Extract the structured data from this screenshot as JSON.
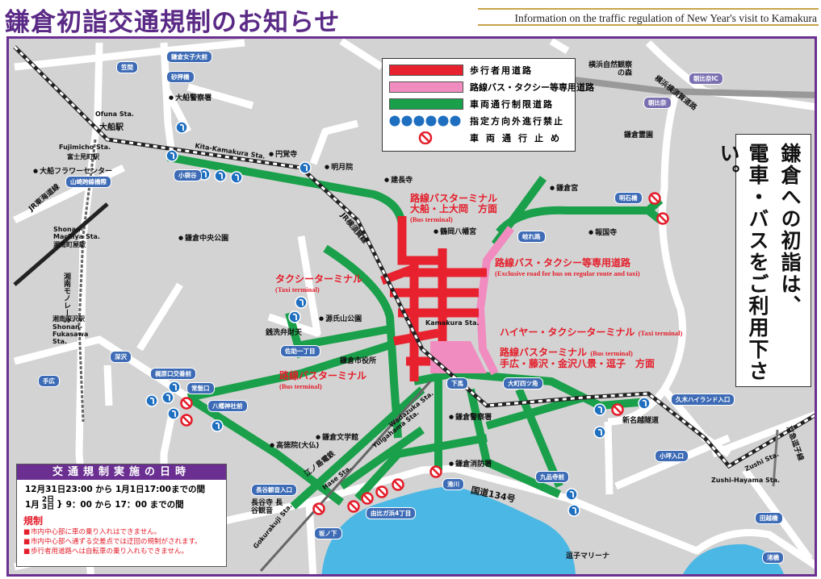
{
  "header": {
    "title": "鎌倉初詣交通規制のお知らせ",
    "subtitle": "Information on the traffic regulation of  New Year's visit to Kamakura"
  },
  "colors": {
    "frame": "#6a2f91",
    "pedestrian": "#e8212e",
    "bus_taxi": "#f08cc0",
    "restricted": "#1aa04a",
    "sign_blue": "#1e6fc0",
    "no_entry": "#e41d2a",
    "sea": "#4bb7e4"
  },
  "legend": {
    "items": [
      {
        "label": "歩行者用道路",
        "color": "#e8212e"
      },
      {
        "label": "路線バス・タクシー等専用道路",
        "color": "#f08cc0"
      },
      {
        "label": "車両通行制限道路",
        "color": "#1aa04a"
      },
      {
        "label": "指定方向外進行禁止",
        "icon": "direction-sign-icons"
      },
      {
        "label": "車両通行止め",
        "icon": "no-entry-icon"
      }
    ]
  },
  "notice": {
    "line1": "鎌倉への初詣は、",
    "line2": "電車・バスをご利用下さい。"
  },
  "schedule": {
    "title": "交通規制実施の日時",
    "line1": "12月31日23:00 から 1月1日17:00までの間",
    "month": "1月",
    "day1": "2日",
    "day2": "3日",
    "line2": "9：00 から 17：00 までの間",
    "reg_title": "規制",
    "rules": [
      "市内中心部に車の乗り入れはできません。",
      "市内中心部へ通ずる交差点では迂回の規制がされます。",
      "歩行者用道路へは自転車の乗り入れもできません。"
    ]
  },
  "terminals": {
    "bus_ofuna": {
      "name": "路線バスターミナル",
      "dir": "大船・上大岡　方面",
      "en": "(Bus terminal)"
    },
    "exclusive": {
      "name": "路線バス・タクシー等専用道路",
      "en": "(Exclusive road for bus on regular route and taxi)"
    },
    "taxi": {
      "name": "タクシーターミナル",
      "en": "(Taxi terminal)"
    },
    "hire_taxi": {
      "name": "ハイヤー・タクシーターミナル",
      "en": "(Taxi terminal)"
    },
    "bus_east": {
      "name": "路線バスターミナル",
      "en": "(Bus terminal)",
      "dir": "手広・藤沢・金沢八景・逗子　方面"
    },
    "bus_west": {
      "name": "路線バスターミナル",
      "en": "(Bus terminal)"
    }
  },
  "stations": [
    "Ofuna Sta.",
    "大船駅",
    "Fujimicho Sta.",
    "富士見町駅",
    "Shonan-Machiya Sta.",
    "湘南町屋駅",
    "湘南深沢駅",
    "Shonan-Fukasawa Sta.",
    "Kita-Kamakura Sta.",
    "Kamakura Sta.",
    "Wadazuka Sta.",
    "Yuigahama Sta.",
    "Hase Sta.",
    "Gokurakuji Sta.",
    "Zushi Sta.",
    "Zushi-Hayama Sta."
  ],
  "places": [
    "大船警察署",
    "円覚寺",
    "明月院",
    "建長寺",
    "鎌倉宮",
    "鶴岡八幡宮",
    "報国寺",
    "鎌倉霊園",
    "横浜自然観察の森",
    "鎌倉中央公園",
    "源氏山公園",
    "銭洗弁財天",
    "鎌倉市役所",
    "鎌倉文学館",
    "高徳院(大仏)",
    "鎌倉警察署",
    "鎌倉消防署",
    "長谷寺 長谷観音",
    "逗子マリーナ",
    "大船フラワーセンター",
    "新名越隧道"
  ],
  "lines": [
    "JR東海道線",
    "湘南モノレール",
    "JR横須賀線",
    "江ノ島電鉄",
    "横浜横須賀道路",
    "京急逗子線",
    "国道134号"
  ],
  "road_labels": [
    "笠間",
    "鎌倉女子大前",
    "砂押橋",
    "小袋谷",
    "山崎跨線橋際",
    "朝比奈IC",
    "朝比奈",
    "明石橋",
    "岐れ路",
    "佐助一丁目",
    "深沢",
    "手広",
    "梶原口交番前",
    "常盤口",
    "八幡神社前",
    "下馬",
    "大町四ツ角",
    "久木ハイランド入口",
    "小坪入口",
    "九品寺前",
    "滑川",
    "由比ガ浜4丁目",
    "坂ノ下",
    "長谷観音入口",
    "田越橋",
    "渚橋"
  ]
}
